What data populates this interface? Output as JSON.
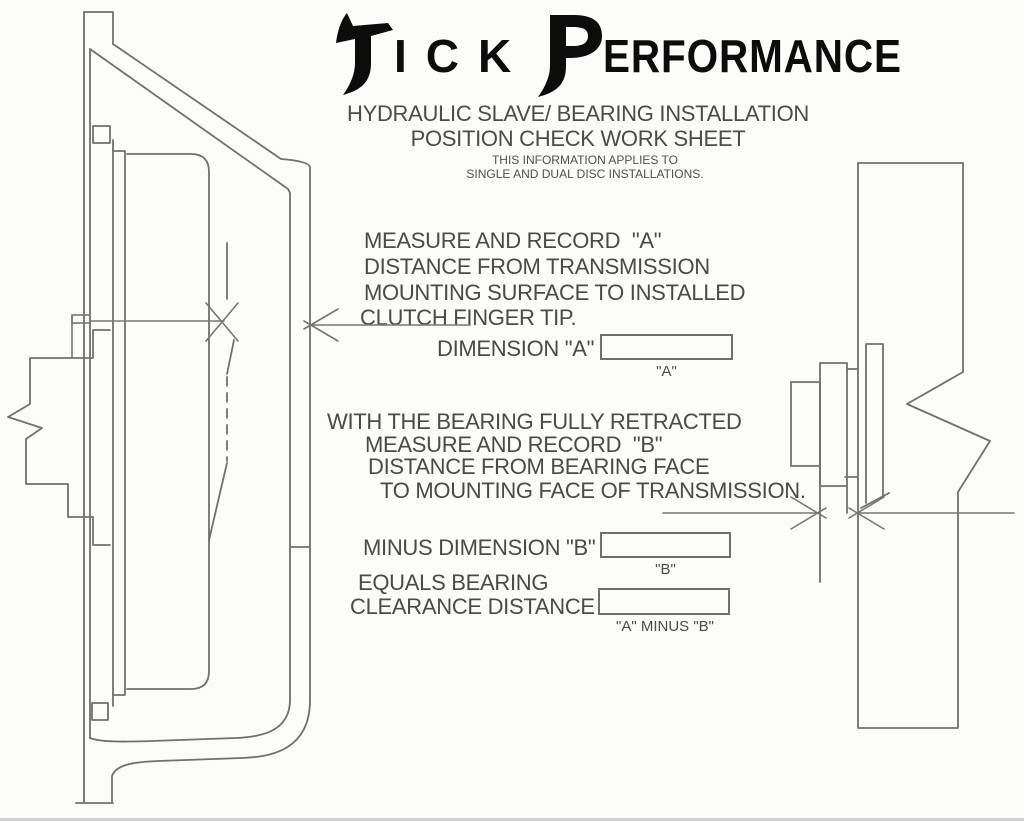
{
  "brand": "TICK PERFORMANCE",
  "logo": {
    "word1_initial": "T",
    "word1_rest": "ICK",
    "word2_initial": "P",
    "word2_rest": "ERFORMANCE"
  },
  "header": {
    "title_line1": "HYDRAULIC SLAVE/ BEARING INSTALLATION",
    "title_line2": "POSITION CHECK WORK SHEET",
    "note_line1": "THIS INFORMATION APPLIES TO",
    "note_line2": "SINGLE AND DUAL DISC INSTALLATIONS."
  },
  "sections": {
    "a": {
      "lines": [
        "MEASURE AND RECORD  \"A\"",
        "DISTANCE FROM TRANSMISSION",
        "MOUNTING SURFACE TO INSTALLED",
        "CLUTCH FINGER TIP."
      ],
      "field_label": "DIMENSION \"A\"",
      "field_value": "",
      "field_caption": "\"A\""
    },
    "b": {
      "lines": [
        "WITH THE BEARING FULLY RETRACTED",
        "MEASURE AND RECORD  \"B\"",
        "DISTANCE FROM BEARING FACE",
        "TO MOUNTING FACE OF TRANSMISSION."
      ],
      "field_label": "MINUS DIMENSION \"B\"",
      "field_value": "",
      "field_caption": "\"B\""
    },
    "result": {
      "label_line1": "EQUALS BEARING",
      "label_line2": "CLEARANCE DISTANCE",
      "field_value": "",
      "field_caption": "\"A\" MINUS \"B\""
    }
  },
  "colors": {
    "ink": "#4a4a4a",
    "drawing_line": "#707070",
    "logo_ink": "#0c0c0c",
    "background": "#fcfcfa"
  }
}
